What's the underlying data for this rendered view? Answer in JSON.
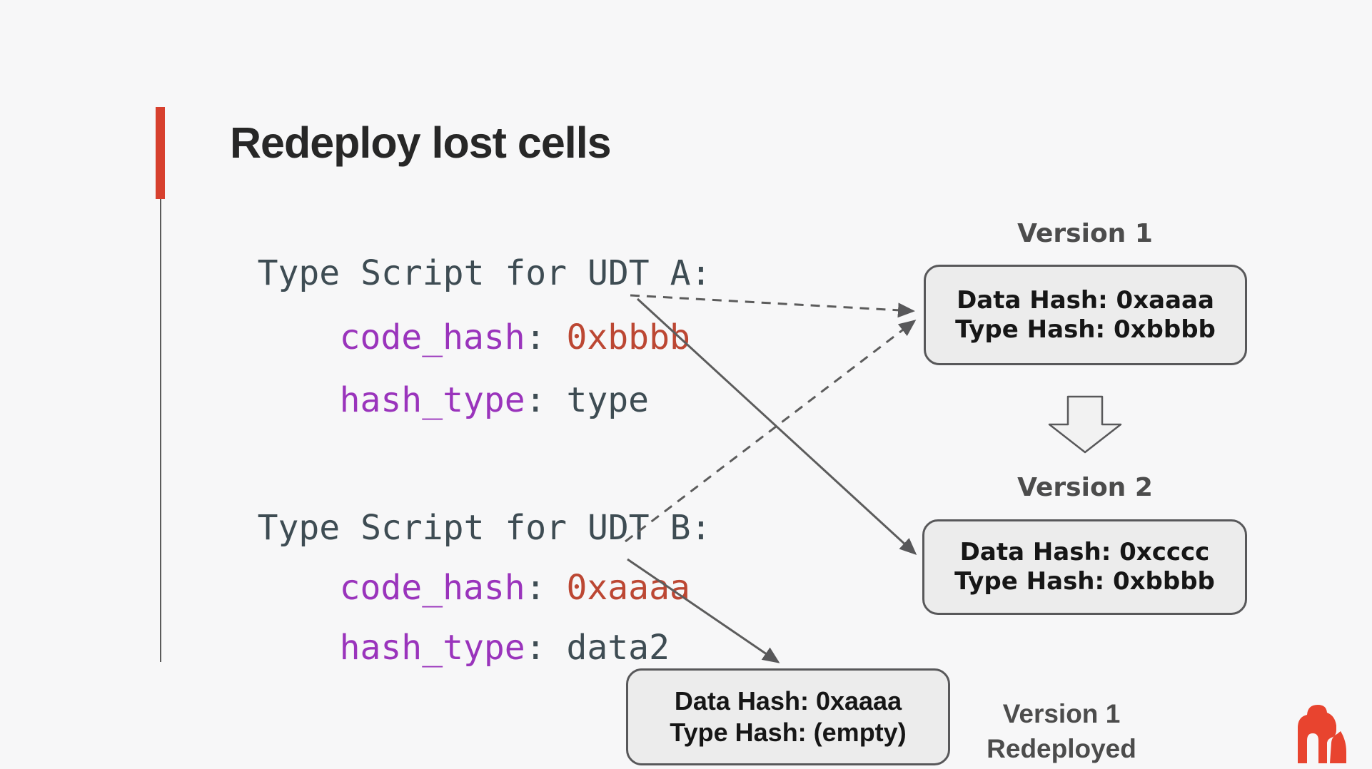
{
  "slide": {
    "title": "Redeploy lost cells",
    "background_color": "#f7f7f8",
    "accent_color": "#d7402e"
  },
  "code": {
    "sep": ": ",
    "colors": {
      "keyword": "#9a34bc",
      "value": "#bc4733",
      "plain": "#3e4c53"
    },
    "block_a": {
      "header": "Type Script for UDT A:",
      "code_hash_key": "code_hash",
      "code_hash_value": "0xbbbb",
      "hash_type_key": "hash_type",
      "hash_type_value": "type"
    },
    "block_b": {
      "header": "Type Script for UDT B:",
      "code_hash_key": "code_hash",
      "code_hash_value": "0xaaaa",
      "hash_type_key": "hash_type",
      "hash_type_value": "data2"
    }
  },
  "diagram": {
    "version1": {
      "label": "Version 1",
      "data_hash": "Data Hash: 0xaaaa",
      "type_hash": "Type Hash: 0xbbbb"
    },
    "version2": {
      "label": "Version 2",
      "data_hash": "Data Hash: 0xcccc",
      "type_hash": "Type Hash: 0xbbbb"
    },
    "redeployed": {
      "label_line1": "Version 1",
      "label_line2": "Redeployed",
      "data_hash": "Data Hash: 0xaaaa",
      "type_hash": "Type Hash: (empty)"
    }
  },
  "logo": {
    "name": "gorilla-logo",
    "color": "#e8442f"
  }
}
